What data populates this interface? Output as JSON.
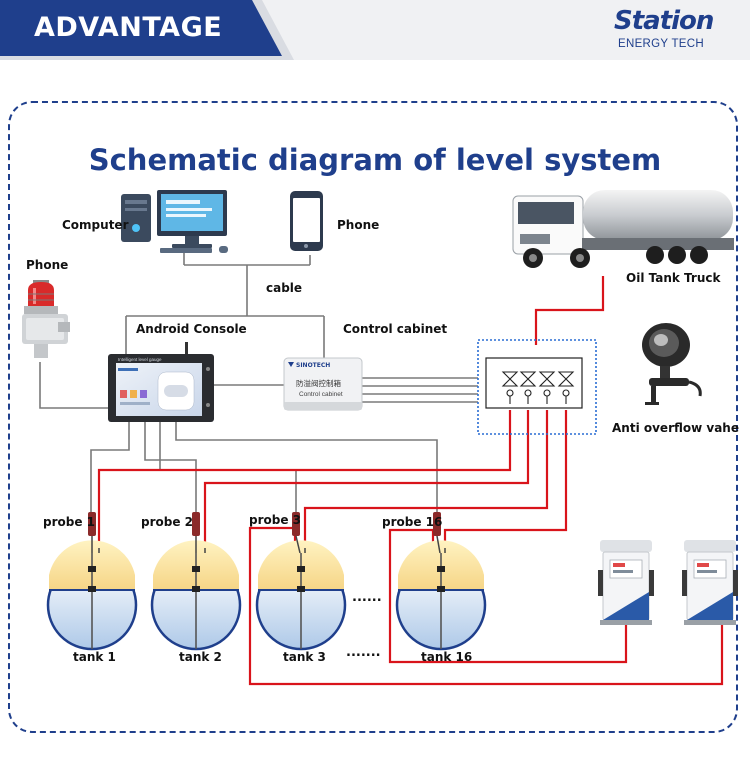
{
  "header": {
    "banner": "ADVANTAGE",
    "logo_name": "Station",
    "logo_sub": "ENERGY TECH"
  },
  "diagram": {
    "title": "Schematic diagram of level system",
    "labels": {
      "computer": "Computer",
      "phone_top": "Phone",
      "phone_left": "Phone",
      "cable": "cable",
      "android_console": "Android Console",
      "control_cabinet": "Control cabinet",
      "oil_tank_truck": "Oil Tank Truck",
      "anti_overflow": "Anti overflow vahe",
      "probe1": "probe 1",
      "probe2": "probe 2",
      "probe3": "probe 3",
      "probe16": "probe 16",
      "tank1": "tank 1",
      "tank2": "tank 2",
      "tank3": "tank 3",
      "tank16": "tank 16",
      "ellipsis_mid": "......",
      "ellipsis_bottom": "......."
    },
    "console_screen": {
      "title": "Intelligent level gauge"
    },
    "cabinet_box": {
      "brand": "SINOTECH",
      "cn_label": "防溢阀控制箱",
      "en_label": "Control cabinet"
    },
    "colors": {
      "brand_blue": "#1f3f8c",
      "signal_red": "#d9141b",
      "cable_gray": "#7a7a7a"
    }
  }
}
